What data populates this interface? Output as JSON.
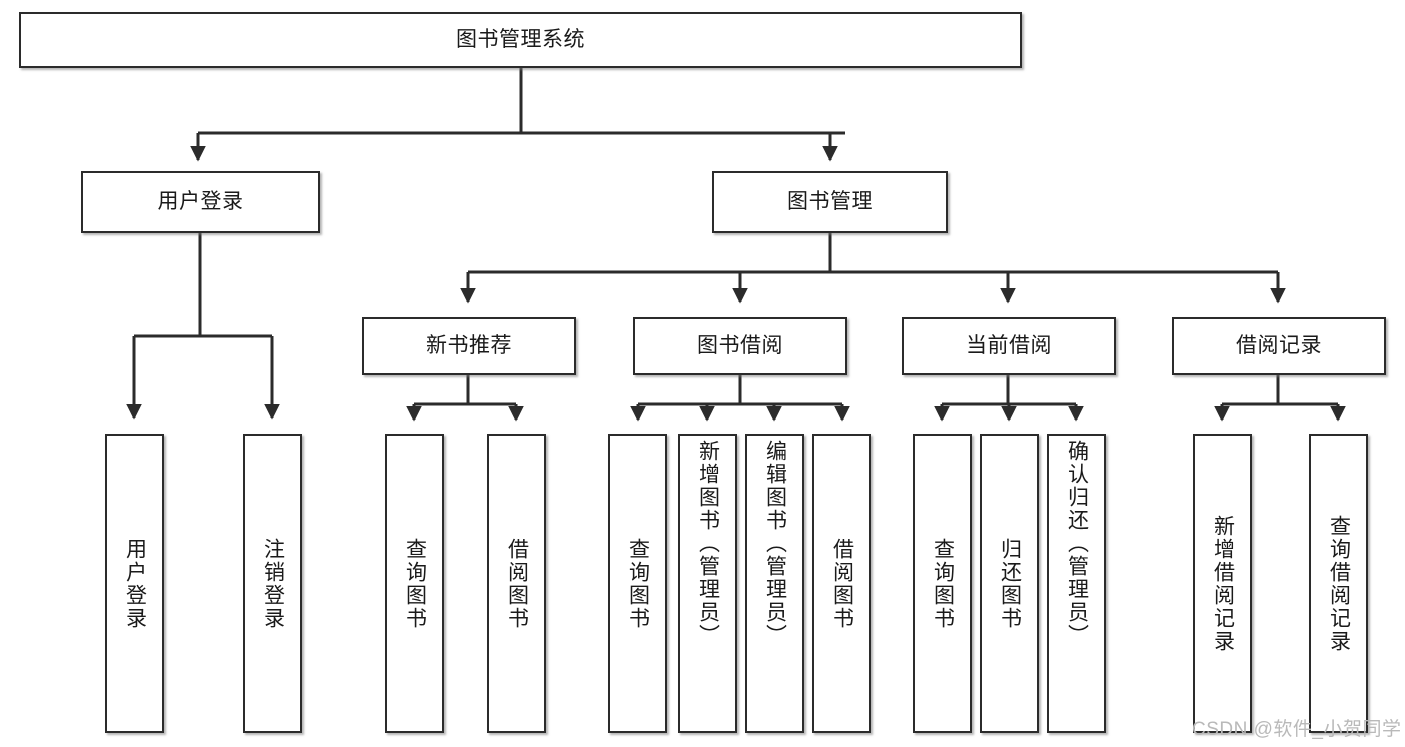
{
  "diagram": {
    "title": "图书管理系统",
    "type": "tree-hierarchy-diagram",
    "colors": {
      "box_border": "#2b2b2b",
      "box_fill": "#ffffff",
      "connector": "#2b2b2b",
      "text": "#1a1a1a",
      "watermark": "#b9b9b9",
      "background": "#ffffff"
    },
    "root": {
      "label": "图书管理系统"
    },
    "level2": [
      {
        "label": "用户登录"
      },
      {
        "label": "图书管理"
      }
    ],
    "level3": [
      {
        "label": "新书推荐"
      },
      {
        "label": "图书借阅"
      },
      {
        "label": "当前借阅"
      },
      {
        "label": "借阅记录"
      }
    ],
    "leaves": {
      "user_login": [
        {
          "label": "用户登录"
        },
        {
          "label": "注销登录"
        }
      ],
      "new_book_recommend": [
        {
          "label": "查询图书"
        },
        {
          "label": "借阅图书"
        }
      ],
      "book_borrow": [
        {
          "label": "查询图书"
        },
        {
          "label": "新增图书（管理员）"
        },
        {
          "label": "编辑图书（管理员）"
        },
        {
          "label": "借阅图书"
        }
      ],
      "current_borrow": [
        {
          "label": "查询图书"
        },
        {
          "label": "归还图书"
        },
        {
          "label": "确认归还（管理员）"
        }
      ],
      "borrow_records": [
        {
          "label": "新增借阅记录"
        },
        {
          "label": "查询借阅记录"
        }
      ]
    },
    "watermark": {
      "text": "CSDN @软件_小贺同学"
    }
  }
}
